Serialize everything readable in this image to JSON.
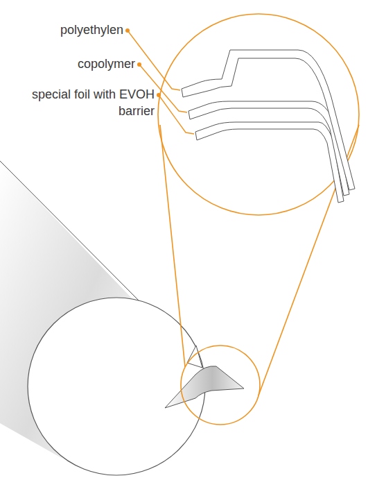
{
  "diagram": {
    "labels": [
      "polyethylen",
      "copolymer",
      "special foil with EVOH barrier"
    ]
  }
}
